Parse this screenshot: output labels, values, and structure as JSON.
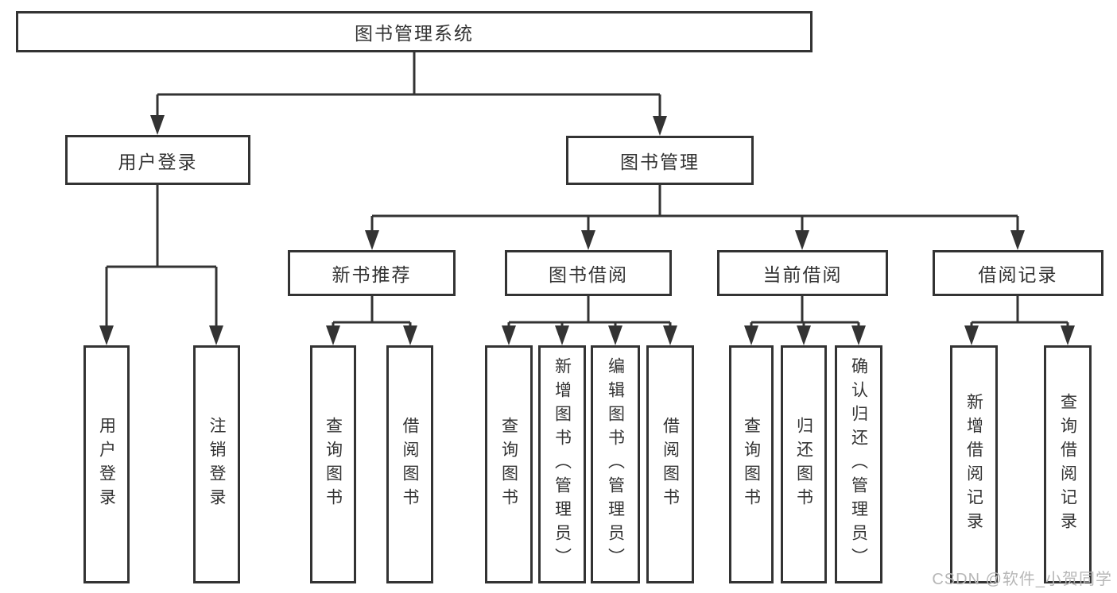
{
  "colors": {
    "line": "#333333",
    "text": "#333333",
    "box_background": "#ffffff",
    "page_background": "#ffffff",
    "watermark": "#b7b7b7"
  },
  "watermark": "CSDN @软件_小贺同学",
  "tree": {
    "root": {
      "label": "图书管理系统"
    },
    "branches": [
      {
        "label": "用户登录",
        "leaves": [
          {
            "label": "用户登录"
          },
          {
            "label": "注销登录"
          }
        ]
      },
      {
        "label": "图书管理",
        "groups": [
          {
            "label": "新书推荐",
            "leaves": [
              {
                "label": "查询图书"
              },
              {
                "label": "借阅图书"
              }
            ]
          },
          {
            "label": "图书借阅",
            "leaves": [
              {
                "label": "查询图书"
              },
              {
                "label": "新增图书（管理员）"
              },
              {
                "label": "编辑图书（管理员）"
              },
              {
                "label": "借阅图书"
              }
            ]
          },
          {
            "label": "当前借阅",
            "leaves": [
              {
                "label": "查询图书"
              },
              {
                "label": "归还图书"
              },
              {
                "label": "确认归还（管理员）"
              }
            ]
          },
          {
            "label": "借阅记录",
            "leaves": [
              {
                "label": "新增借阅记录"
              },
              {
                "label": "查询借阅记录"
              }
            ]
          }
        ]
      }
    ]
  }
}
